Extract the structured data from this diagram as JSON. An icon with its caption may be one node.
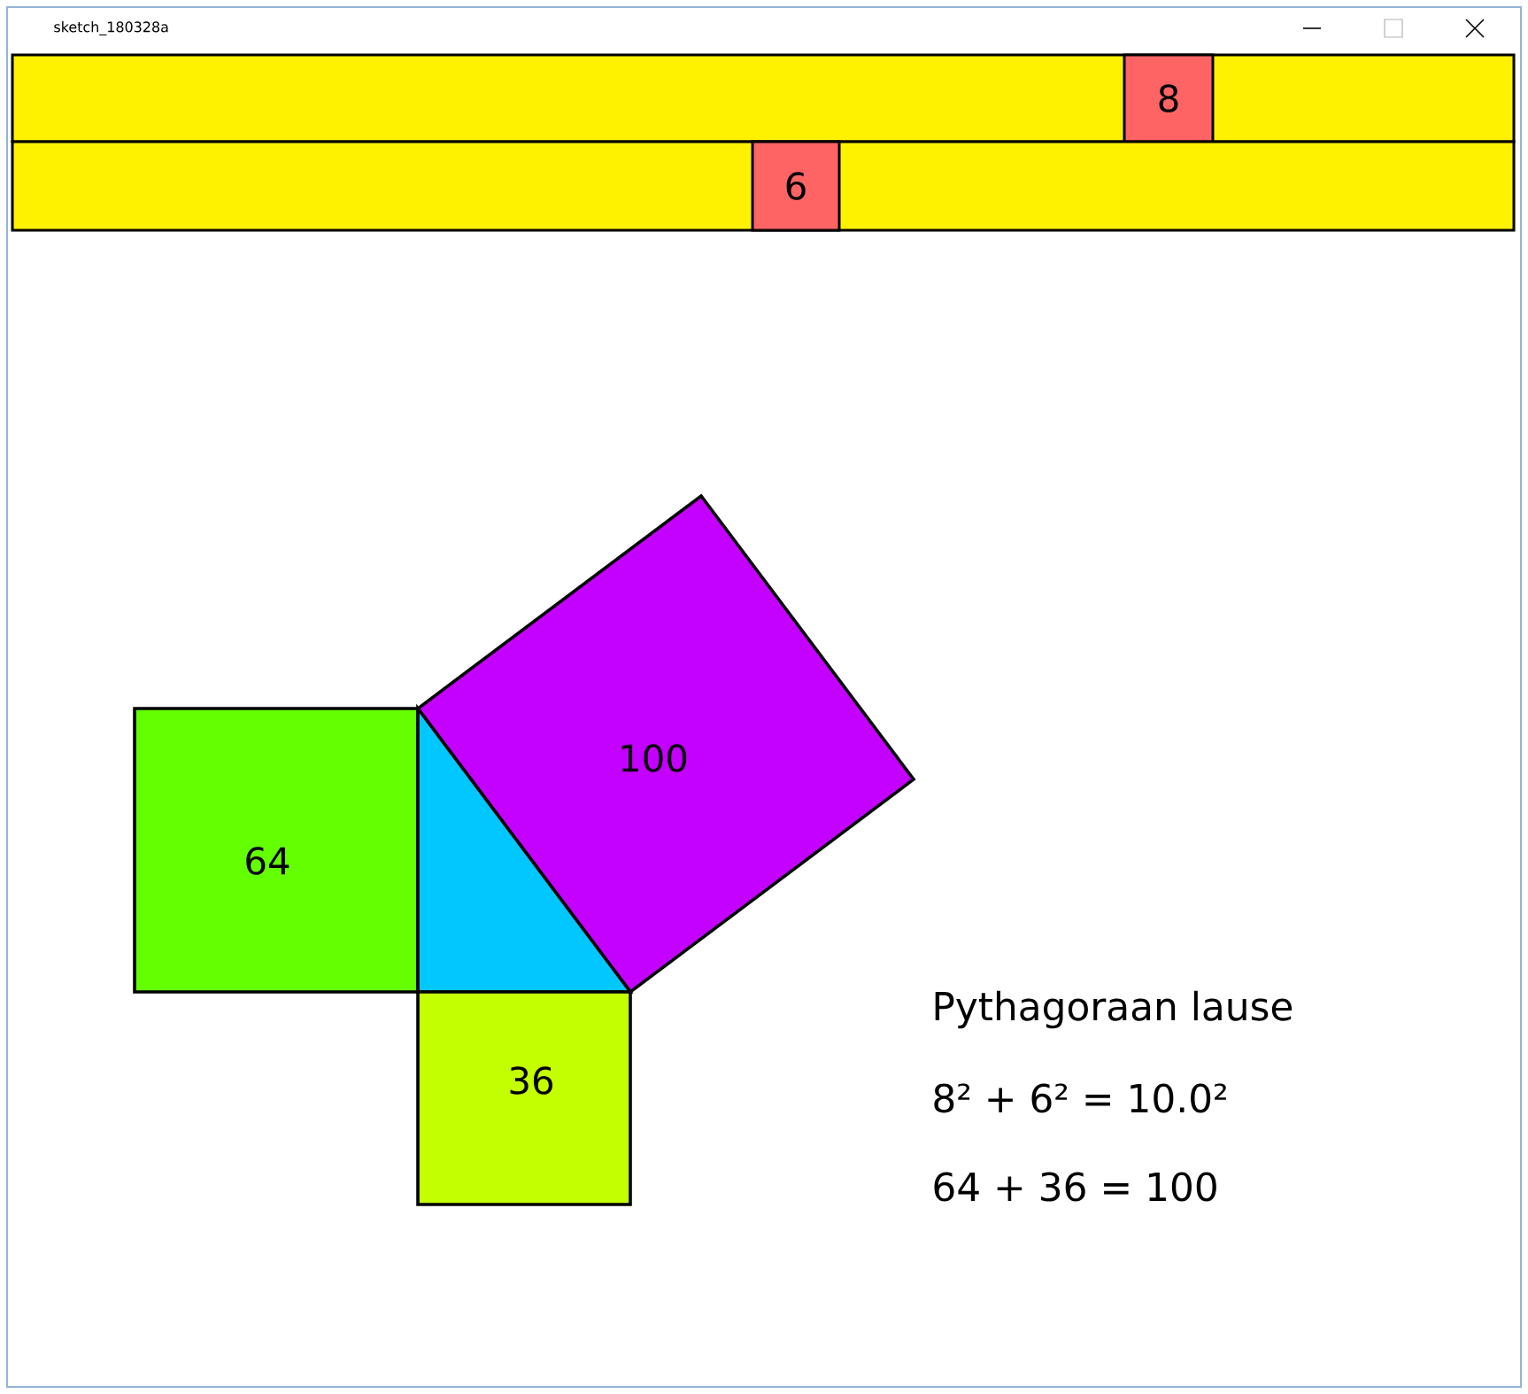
{
  "diagram": {
    "title": "sketch_180328a",
    "nodes": [
      {
        "text": [],
        "shape": "bar"
      },
      {
        "text": [
          "8"
        ],
        "in": 0
      },
      {
        "text": [],
        "shape": "bar"
      },
      {
        "text": [
          "6"
        ],
        "in": 2
      },
      {
        "text": [
          "100"
        ]
      },
      {
        "text": [
          "64"
        ]
      },
      {
        "text": [],
        "shape": "triangle"
      },
      {
        "text": [
          "36"
        ]
      }
    ],
    "labels": [
      "Pythagoraan lause",
      "8² + 6² = 10.0²",
      "64 + 36 = 100"
    ]
  }
}
